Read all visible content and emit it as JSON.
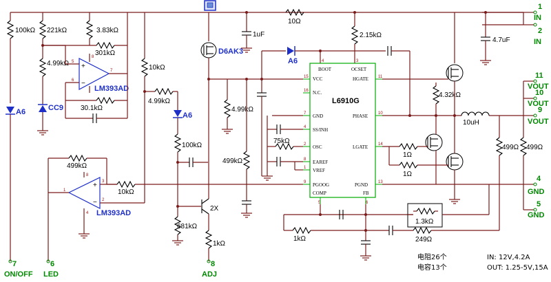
{
  "resistors": {
    "r100k_left": "100kΩ",
    "r221k": "221kΩ",
    "r3_83k": "3.83kΩ",
    "r301k": "301kΩ",
    "r4_99k_a": "4.99kΩ",
    "r30_1k": "30.1kΩ",
    "r10k_mid": "10kΩ",
    "r4_99k_b": "4.99kΩ",
    "r100k_mid": "100kΩ",
    "r681k": "681kΩ",
    "r1k_adj": "1kΩ",
    "r499k_left": "499kΩ",
    "r10k_led": "10kΩ",
    "r10_top": "10Ω",
    "r2_15k": "2.15kΩ",
    "r4_99k_c": "4.99kΩ",
    "r499k_c": "499kΩ",
    "r75k": "75kΩ",
    "r4_32k": "4.32kΩ",
    "r1_a": "1Ω",
    "r1_b": "1Ω",
    "r1_3k": "1.3kΩ",
    "r1k_bot": "1kΩ",
    "r249": "249Ω",
    "r499_a": "499Ω",
    "r499_b": "499Ω"
  },
  "capacitors": {
    "c1uf": "1uF",
    "c4_7uf": "4.7uF"
  },
  "inductor": "10uH",
  "semis": {
    "diode_left": "A6",
    "diode_mid": "A6",
    "diode_top": "A6",
    "zener": "CC9",
    "mosfet": "D6AK3",
    "transistor": "2X",
    "comp_top": "LM393AD",
    "comp_bot": "LM393AD"
  },
  "ic": {
    "name": "L6910G",
    "pins_left": [
      "VCC",
      "N.C.",
      "GND",
      "SS/INH",
      "OSC",
      "EAREF",
      "VREF",
      "PGOOG",
      "COMP"
    ],
    "pins_left_num": [
      "15",
      "16",
      "7",
      "4",
      "2",
      "8",
      "1",
      "9"
    ],
    "pins_top": [
      "BOOT",
      "OCSET"
    ],
    "pins_top_num": [
      "4",
      "3"
    ],
    "pins_right": [
      "HGATE",
      "PHASE",
      "LGATE",
      "PGND"
    ],
    "pins_right_num": [
      "11",
      "10",
      "14",
      "13"
    ],
    "pins_bottom": [
      "FB"
    ],
    "pins_bottom_num": [
      "5",
      "6"
    ]
  },
  "terminals": {
    "in1_num": "1",
    "in1": "IN",
    "in2_num": "2",
    "in2": "IN",
    "vout11_num": "11",
    "vout11": "VOUT",
    "vout10_num": "10",
    "vout10": "VOUT",
    "vout9_num": "9",
    "vout9": "VOUT",
    "gnd4_num": "4",
    "gnd4": "GND",
    "gnd5_num": "5",
    "gnd5": "GND",
    "onoff_num": "7",
    "onoff": "ON/OFF",
    "led_num": "6",
    "led": "LED",
    "adj_num": "8",
    "adj": "ADJ"
  },
  "notes": {
    "resistor_count": "电阻26个",
    "capacitor_count": "电容13个",
    "input_spec": "IN: 12V,4.2A",
    "output_spec": "OUT: 1.25-5V,15A"
  },
  "colors": {
    "wire": "#7a1a1a",
    "chip": "#00aa00",
    "label_blue": "#1e2fc8",
    "terminal_green": "#008800"
  }
}
